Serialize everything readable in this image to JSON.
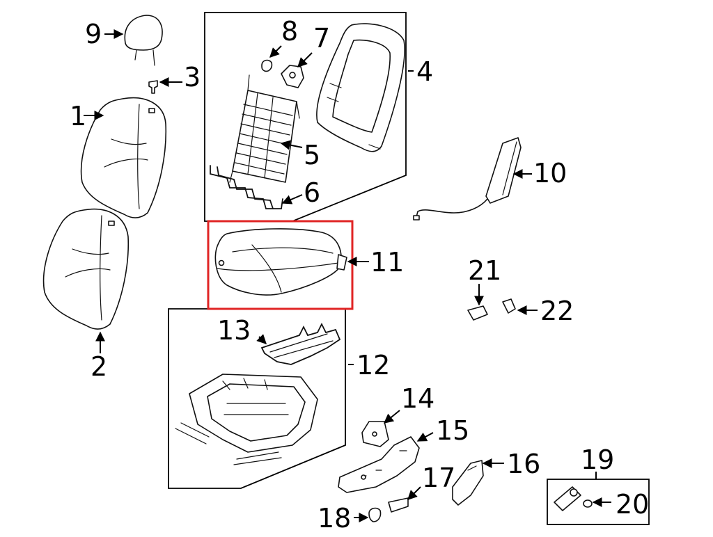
{
  "highlight_color": "#e02424",
  "line_color": "#000000",
  "callouts": {
    "c1": "1",
    "c2": "2",
    "c3": "3",
    "c4": "4",
    "c5": "5",
    "c6": "6",
    "c7": "7",
    "c8": "8",
    "c9": "9",
    "c10": "10",
    "c11": "11",
    "c12": "12",
    "c13": "13",
    "c14": "14",
    "c15": "15",
    "c16": "16",
    "c17": "17",
    "c18": "18",
    "c19": "19",
    "c20": "20",
    "c21": "21",
    "c22": "22"
  },
  "selected_part": "11"
}
